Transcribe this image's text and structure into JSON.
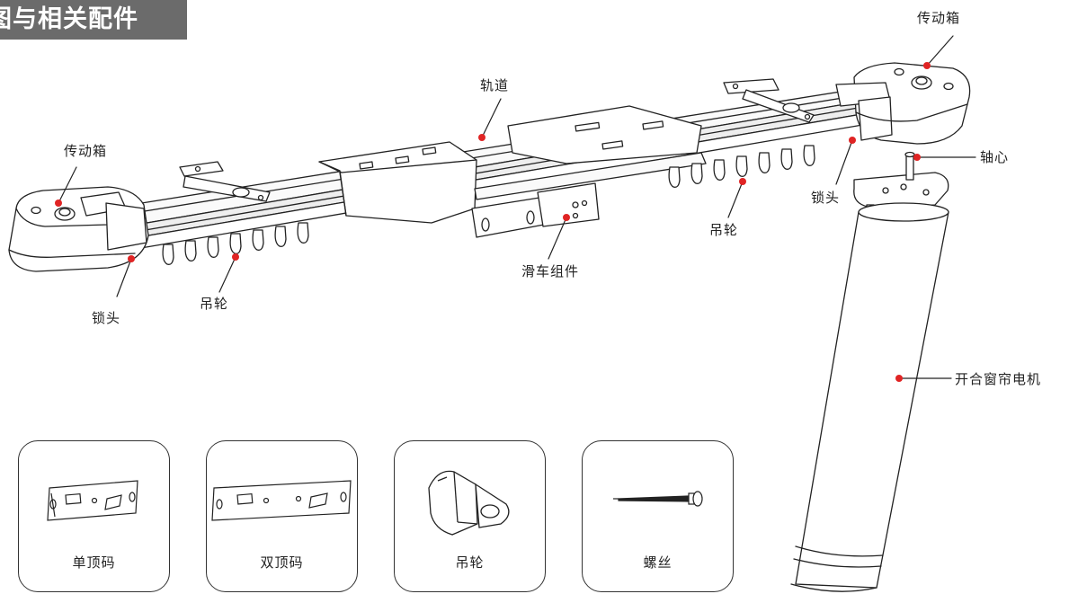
{
  "header": {
    "title": "图与相关配件"
  },
  "callouts": {
    "gearbox_left": "传动箱",
    "gearbox_right": "传动箱",
    "track": "轨道",
    "shaft": "轴心",
    "lock_right": "锁头",
    "lock_left": "锁头",
    "pulley_right": "吊轮",
    "pulley_left": "吊轮",
    "carriage": "滑车组件",
    "motor": "开合窗帘电机"
  },
  "accessories": [
    {
      "label": "单顶码",
      "icon": "single-bracket-icon"
    },
    {
      "label": "双顶码",
      "icon": "double-bracket-icon"
    },
    {
      "label": "吊轮",
      "icon": "pulley-icon"
    },
    {
      "label": "螺丝",
      "icon": "screw-icon"
    }
  ],
  "colors": {
    "banner": "#6b6b6b",
    "leader_dot": "#e02424",
    "line": "#222222"
  }
}
